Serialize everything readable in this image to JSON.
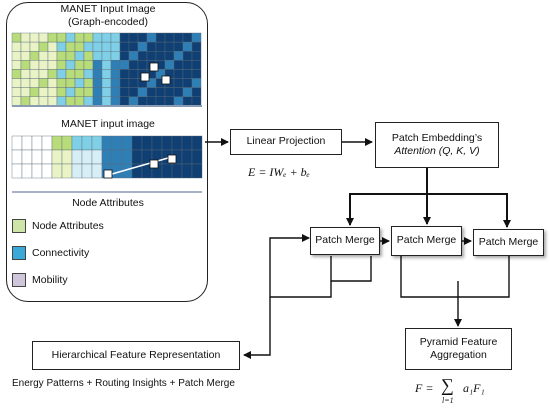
{
  "panel": {
    "title_line1": "MANET Input Image",
    "title_line2": "(Graph-encoded)",
    "subtitle": "MANET input image",
    "node_attr_caption": "Node Attributes",
    "legend": [
      {
        "label": "Node Attributes",
        "color": "#cde6a8"
      },
      {
        "label": "Connectivity",
        "color": "#3aa9d8"
      },
      {
        "label": "Mobility",
        "color": "#cfc6dc"
      }
    ]
  },
  "linear_projection": {
    "label": "Linear Projection",
    "formula": "E = IWₑ + bₑ"
  },
  "patch_embedding": {
    "line1": "Patch Embedding’s",
    "line2": "Attention (Q, K, V)"
  },
  "patch_merge": [
    "Patch Merge",
    "Patch Merge",
    "Patch Merge"
  ],
  "pyramid": {
    "line1": "Pyramid Feature",
    "line2": "Aggregation",
    "formula_lhs": "F =",
    "formula_sum": "∑",
    "formula_sub": "l=1",
    "formula_term": "a₁F₁"
  },
  "hierarchical": {
    "label": "Hierarchical Feature Representation",
    "caption": "Energy Patterns + Routing Insights + Patch Merge"
  },
  "colors": {
    "green_light": "#e9f3c6",
    "green": "#b8dc7a",
    "cyan": "#7fd0e6",
    "blue": "#2f7fb7",
    "navy": "#0f3f73"
  }
}
